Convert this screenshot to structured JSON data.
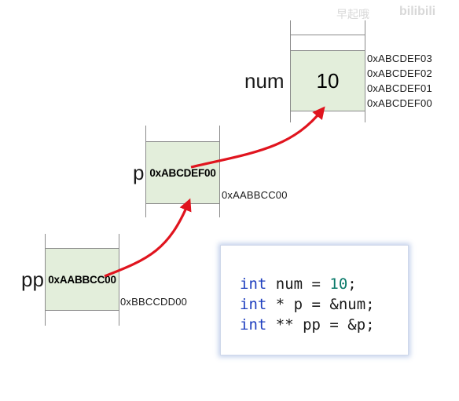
{
  "watermark": {
    "author": "早起哦",
    "site": "bilibili"
  },
  "blocks": {
    "num": {
      "name": "num",
      "value": "10",
      "addresses": [
        "0xABCDEF03",
        "0xABCDEF02",
        "0xABCDEF01",
        "0xABCDEF00"
      ]
    },
    "p": {
      "name": "p",
      "value": "0xABCDEF00",
      "address": "0xAABBCC00"
    },
    "pp": {
      "name": "pp",
      "value": "0xAABBCC00",
      "address": "0xBBCCDD00"
    }
  },
  "code": {
    "line1": {
      "type": "int",
      "rest": " num = ",
      "literal": "10",
      "end": ";"
    },
    "line2": {
      "type": "int",
      "rest": " * p = &num;"
    },
    "line3": {
      "type": "int",
      "rest": " ** pp = &p;"
    }
  },
  "colors": {
    "cell_fill": "#e3eedb",
    "arrow": "#e0141e",
    "keyword": "#1f3fbf",
    "number": "#0a7a6a",
    "code_border_glow": "#7896d2"
  }
}
